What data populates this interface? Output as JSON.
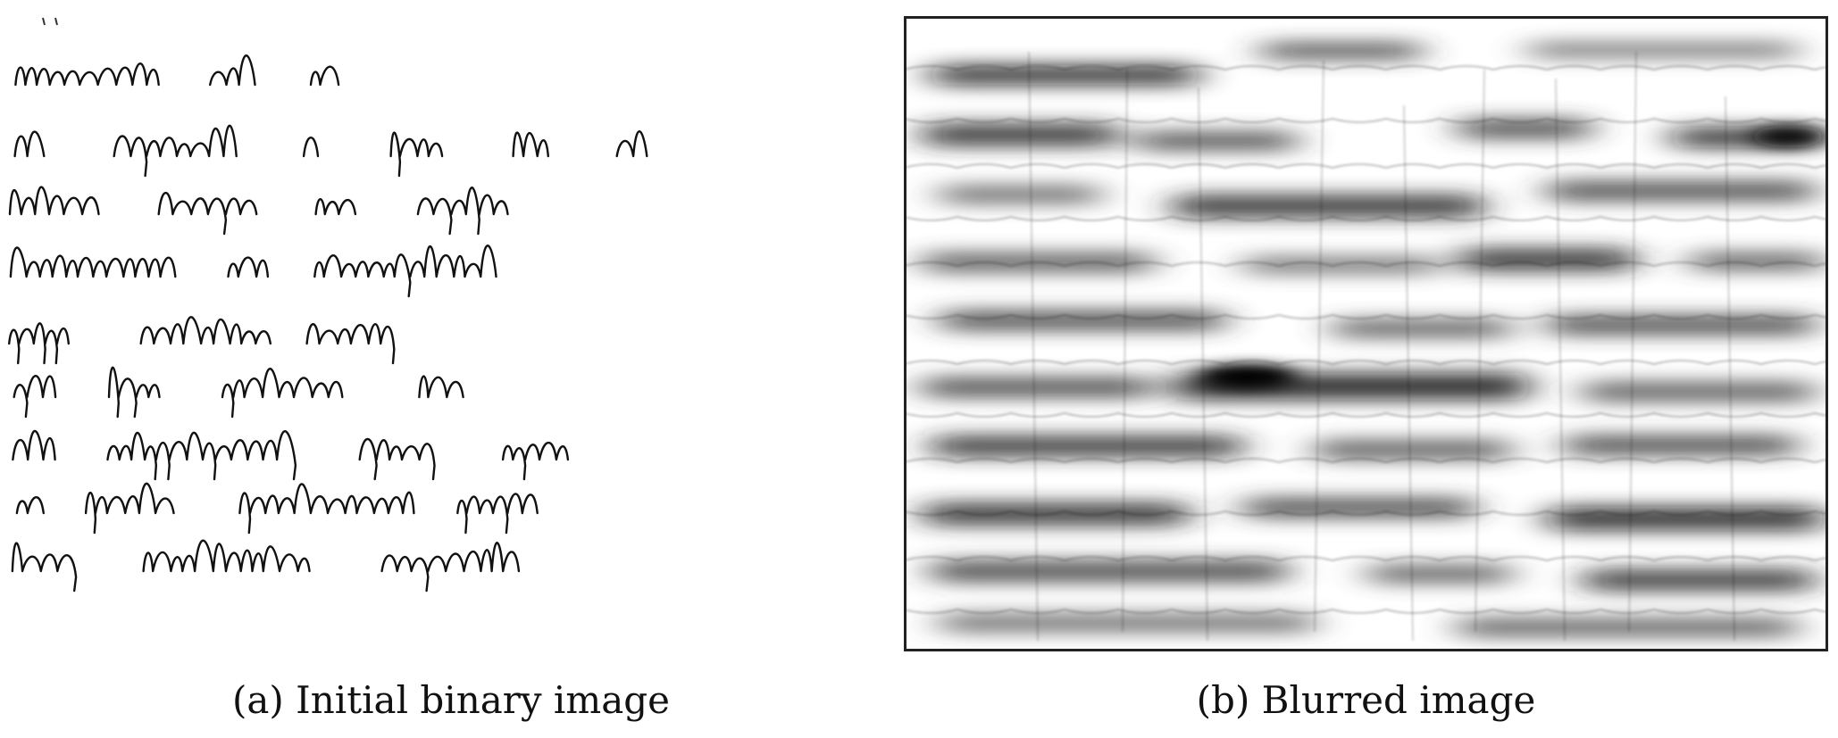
{
  "figure": {
    "panel_a": {
      "caption": "(a) Initial binary image",
      "handwriting_lines": [
        "νοσηματικά από το",
        "τη Βεργίνα, η Ιεβ. ιο, κα",
        "υπήρξε καψίδα και σκάφη.",
        "ανατιθέμενων και θρησκευτικών.",
        "αιτία σημαντικά υποσχ.",
        "στο 1947 ανεκτικά την",
        "από χρυσοκεραμικά αγώνα αυτοδ",
        "μη βιαίων ανθρωπισμών. Σήμερα",
        "φορά διαπιστωμένη οικονομία"
      ]
    },
    "panel_b": {
      "caption": "(b) Blurred image"
    }
  }
}
